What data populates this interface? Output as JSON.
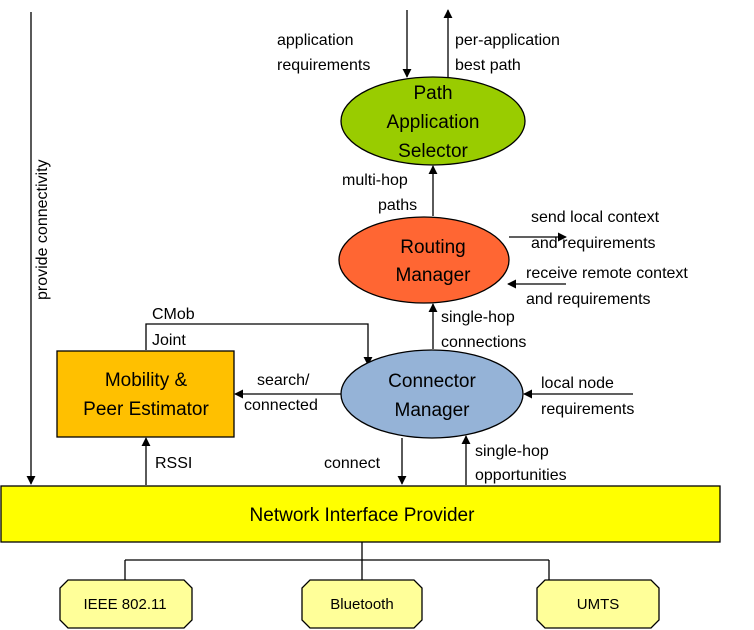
{
  "colors": {
    "path_selector": "#99cc00",
    "routing_manager": "#ff6633",
    "connector_manager": "#95b3d7",
    "mobility_estimator": "#ffc000",
    "network_interface": "#ffff00",
    "interface_nodes": "#ffff99",
    "stroke": "#000000"
  },
  "nodes": {
    "path_selector": [
      "Path",
      "Application",
      "Selector"
    ],
    "routing_manager": [
      "Routing",
      "Manager"
    ],
    "connector_manager": [
      "Connector",
      "Manager"
    ],
    "mobility_estimator": [
      "Mobility &",
      "Peer Estimator"
    ],
    "network_interface": "Network Interface Provider",
    "interfaces": [
      "IEEE 802.11",
      "Bluetooth",
      "UMTS"
    ]
  },
  "labels": {
    "application_requirements": [
      "application",
      "requirements"
    ],
    "per_application_best_path": [
      "per-application",
      "best path"
    ],
    "multi_hop_paths": [
      "multi-hop",
      "paths"
    ],
    "send_local_context": [
      "send local context",
      "and requirements"
    ],
    "receive_remote_context": [
      "receive remote context",
      "and requirements"
    ],
    "single_hop_connections": [
      "single-hop",
      "connections"
    ],
    "cmob_joint": [
      "CMob",
      "Joint"
    ],
    "search_connected": [
      "search/",
      "connected"
    ],
    "local_node_requirements": [
      "local node",
      "requirements"
    ],
    "rssi": "RSSI",
    "connect": "connect",
    "single_hop_opportunities": [
      "single-hop",
      "opportunities"
    ],
    "provide_connectivity": "provide connectivity"
  }
}
